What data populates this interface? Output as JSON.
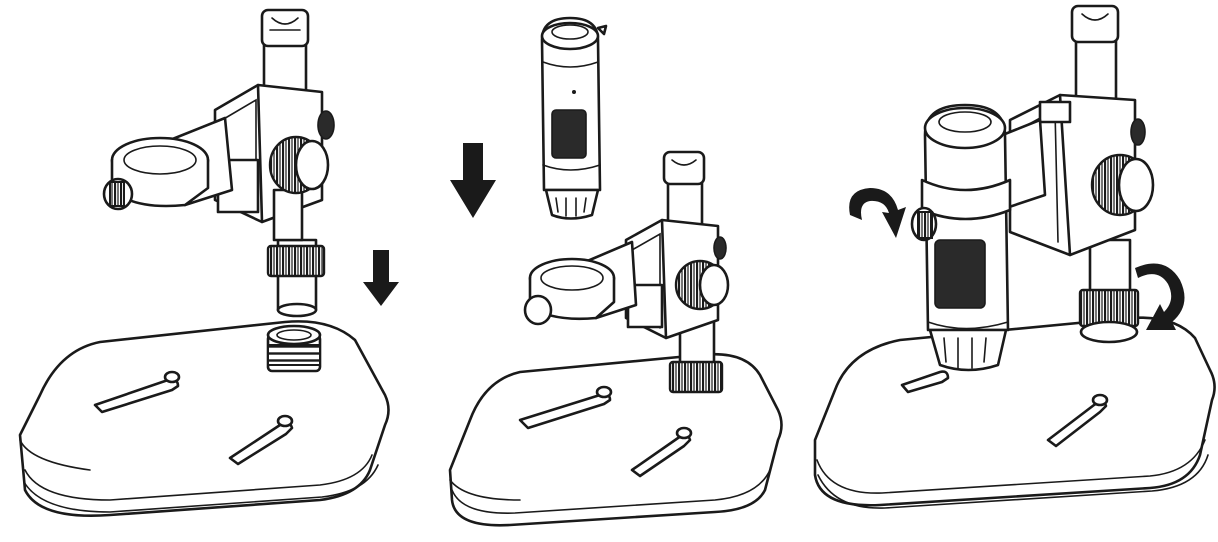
{
  "diagram": {
    "steps": [
      {
        "name": "step-1",
        "action": "insert-pole-into-base",
        "arrow": "down"
      },
      {
        "name": "step-2",
        "action": "insert-microscope-into-holder",
        "arrow": "down"
      },
      {
        "name": "step-3",
        "action": "tighten-knobs",
        "arrow": "rotate"
      }
    ],
    "colors": {
      "line": "#1a1a1a",
      "fill": "#ffffff",
      "dark_fill": "#2a2a2a"
    },
    "icons": [
      "down-arrow-icon",
      "rotate-arrow-icon",
      "knob-icon",
      "microscope-icon",
      "stand-base-icon"
    ]
  }
}
